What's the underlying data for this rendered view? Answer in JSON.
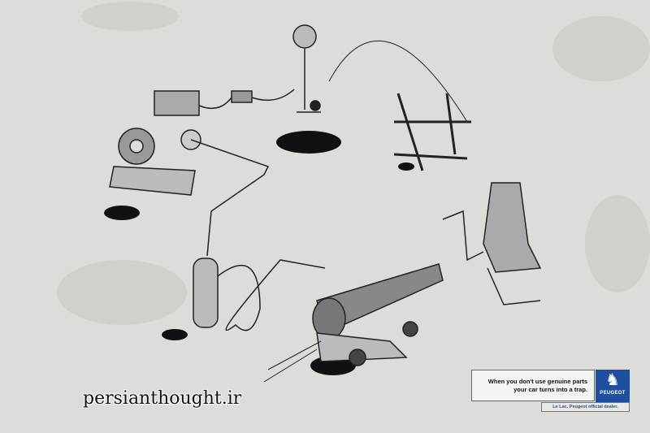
{
  "ad": {
    "tagline_line1": "When you don't use genuine parts",
    "tagline_line2": "your car turns into a trap.",
    "brand": "PEUGEOT",
    "dealer": "Le Lac. Peugeot official dealer.",
    "brand_color": "#1f4f9e"
  },
  "watermark": "persianthought.ir"
}
